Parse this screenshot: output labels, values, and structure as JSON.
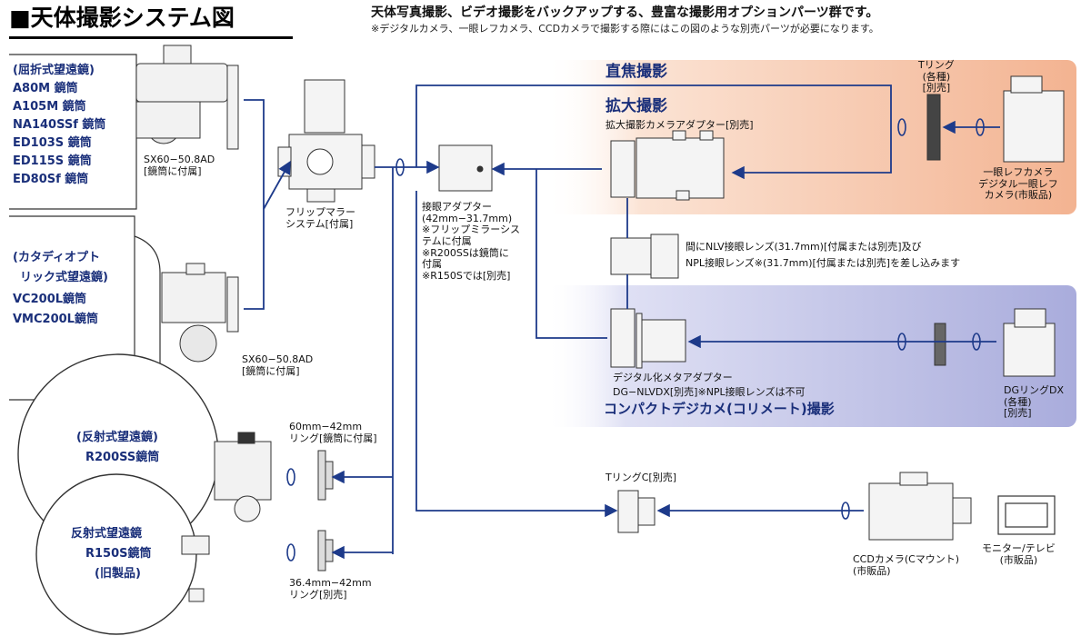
{
  "header": {
    "title": "■天体撮影システム図",
    "subtitle_main": "天体写真撮影、ビデオ撮影をバックアップする、豊富な撮影用オプションパーツ群です。",
    "subtitle_note": "※デジタルカメラ、一眼レフカメラ、CCDカメラで撮影する際にはこの図のような別売パーツが必要になります。"
  },
  "telescopes": {
    "refractor": {
      "heading": "(屈折式望遠鏡)",
      "models": [
        "A80M 鏡筒",
        "A105M 鏡筒",
        "NA140SSf 鏡筒",
        "ED103S 鏡筒",
        "ED115S 鏡筒",
        "ED80Sf 鏡筒"
      ]
    },
    "catadioptric": {
      "heading_line1": "(カタディオプト",
      "heading_line2": "リック式望遠鏡)",
      "models": [
        "VC200L鏡筒",
        "VMC200L鏡筒"
      ]
    },
    "reflector_r200": {
      "heading": "(反射式望遠鏡)",
      "model": "R200SS鏡筒"
    },
    "reflector_r150": {
      "heading": "反射式望遠鏡",
      "model": "R150S鏡筒",
      "note": "(旧製品)"
    }
  },
  "parts": {
    "sx60_top": "SX60−50.8AD\n[鏡筒に付属]",
    "sx60_mid": "SX60−50.8AD\n[鏡筒に付属]",
    "flip_mirror": "フリップマラー\nシステム[付属]",
    "eyepiece_adapter": "接眼アダプター\n(42mm−31.7mm)\n※フリップミラーシス\nテムに付属\n※R200SSは鏡筒に\n付属\n※R150Sでは[別売]",
    "ring_60_42": "60mm−42mm\nリング[鏡筒に付属]",
    "ring_364_42": "36.4mm−42mm\nリング[別売]",
    "t_ring": "Tリング\n(各種)\n[別売]",
    "slr_camera": "一眼レフカメラ\nデジタル一眼レフ\nカメラ(市販品)",
    "enlarge_adapter": "拡大撮影カメラアダプター[別売]",
    "eyepiece_insert_line1": "間にNLV接眼レンズ(31.7mm)[付属または別売]及び",
    "eyepiece_insert_line2": "NPL接眼レンズ※(31.7mm)[付属または別売]を差し込みます",
    "digitize_adapter_line1": "デジタル化メタアダプター",
    "digitize_adapter_line2": "DG−NLVDX[別売]※NPL接眼レンズは不可",
    "dg_ring": "DGリングDX\n(各種)\n[別売]",
    "t_ring_c": "TリングC[別売]",
    "ccd_camera": "CCDカメラ(Cマウント)\n(市販品)",
    "monitor": "モニター/テレビ\n(市販品)"
  },
  "sections": {
    "prime_focus": "直焦撮影",
    "enlarged": "拡大撮影",
    "compact_digicam": "コンパクトデジカメ(コリメート)撮影"
  },
  "colors": {
    "accent_blue": "#1a2f7a",
    "line_blue": "#1d3a8a",
    "peach_band": "#f6c3a6",
    "lavender_band": "#b6b9e2"
  }
}
